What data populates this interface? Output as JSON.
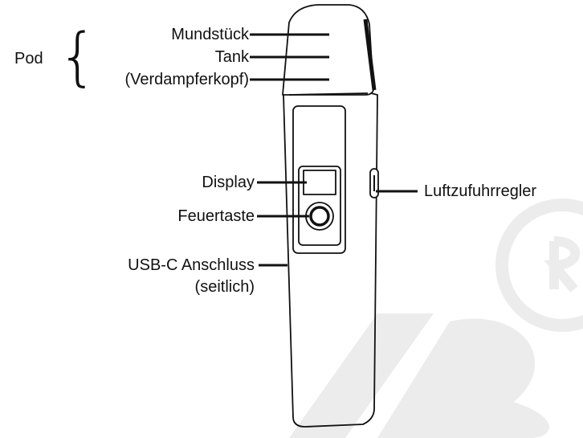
{
  "labels": {
    "pod": "Pod",
    "mouthpiece": "Mundstück",
    "tank": "Tank",
    "coil": "(Verdampferkopf)",
    "display": "Display",
    "fire_button": "Feuertaste",
    "usb_port_line1": "USB-C Anschluss",
    "usb_port_line2": "(seitlich)",
    "airflow": "Luftzufuhrregler"
  },
  "colors": {
    "ink": "#111111",
    "watermark": "#ececec",
    "background": "#ffffff"
  }
}
